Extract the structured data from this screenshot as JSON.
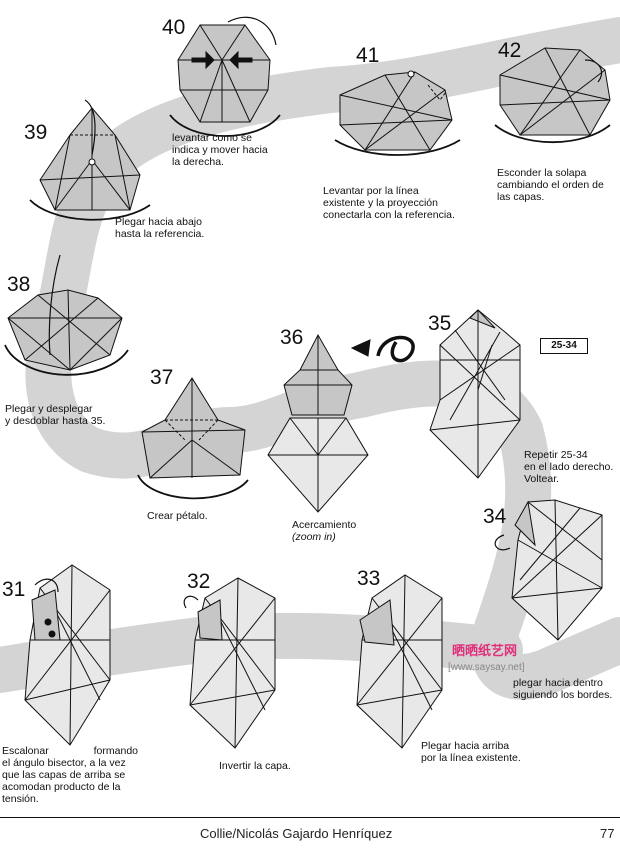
{
  "steps": [
    {
      "num": "40",
      "caption": [
        "levantar como se",
        "indica y mover hacia",
        "la derecha."
      ]
    },
    {
      "num": "41",
      "caption": [
        "Levantar por la línea",
        "existente y la proyección",
        "conectarla con la referencia."
      ]
    },
    {
      "num": "42",
      "caption": [
        "Esconder la solapa",
        "cambiando el orden de",
        "las capas."
      ]
    },
    {
      "num": "39",
      "caption": [
        "Plegar hacia abajo",
        "hasta la referencia."
      ]
    },
    {
      "num": "38",
      "caption": [
        "Plegar y desplegar",
        "y desdoblar hasta 35."
      ]
    },
    {
      "num": "37",
      "caption": [
        "Crear pétalo."
      ]
    },
    {
      "num": "36",
      "caption": [
        "Acercamiento",
        "(zoom in)"
      ]
    },
    {
      "num": "35",
      "caption": [
        "Repetir 25-34",
        "en el lado derecho.",
        "Voltear."
      ]
    },
    {
      "num": "34",
      "caption": [
        "plegar hacia dentro",
        "siguiendo los bordes."
      ]
    },
    {
      "num": "31",
      "caption": [
        "Escalonar formando",
        "el ángulo bisector, a la vez",
        "que las capas de arriba se",
        "acomodan producto de la",
        "tensión."
      ]
    },
    {
      "num": "32",
      "caption": [
        "Invertir la capa."
      ]
    },
    {
      "num": "33",
      "caption": [
        "Plegar hacia arriba",
        "por la línea existente."
      ]
    }
  ],
  "reference_tag": "25-34",
  "watermark": {
    "title": "晒晒纸艺网",
    "url": "[www.saysay.net]"
  },
  "footer": {
    "author": "Collie/Nicolás Gajardo Henríquez",
    "page": "77"
  },
  "colors": {
    "path": "#d4d4d4",
    "paper": "#c6c6c6",
    "paper_light": "#e8e8e8",
    "line": "#111111",
    "watermark": "#e0307a"
  }
}
